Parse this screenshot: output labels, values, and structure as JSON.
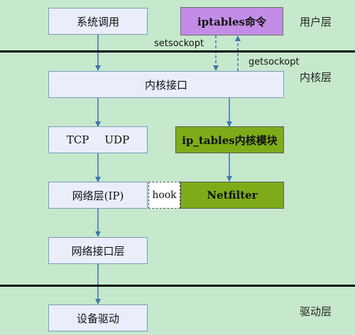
{
  "layers": {
    "user": "用户层",
    "kernel": "内核层",
    "driver": "驱动层"
  },
  "boxes": {
    "syscall": "系统调用",
    "iptables_cmd": "iptables命令",
    "kernel_interface": "内核接口",
    "tcp": "TCP",
    "udp": "UDP",
    "ip_tables_module": "ip_tables内核模块",
    "network_layer": "网络层(IP)",
    "hook": "hook",
    "netfilter": "Netfilter",
    "netif_layer": "网络接口层",
    "device_driver": "设备驱动"
  },
  "calls": {
    "setsockopt": "setsockopt",
    "getsockopt": "getsockopt"
  },
  "colors": {
    "background": "#c6e8cc",
    "box": "#e9eefa",
    "command": "#c38ce6",
    "module": "#7dac18",
    "arrow": "#3f74b0"
  }
}
